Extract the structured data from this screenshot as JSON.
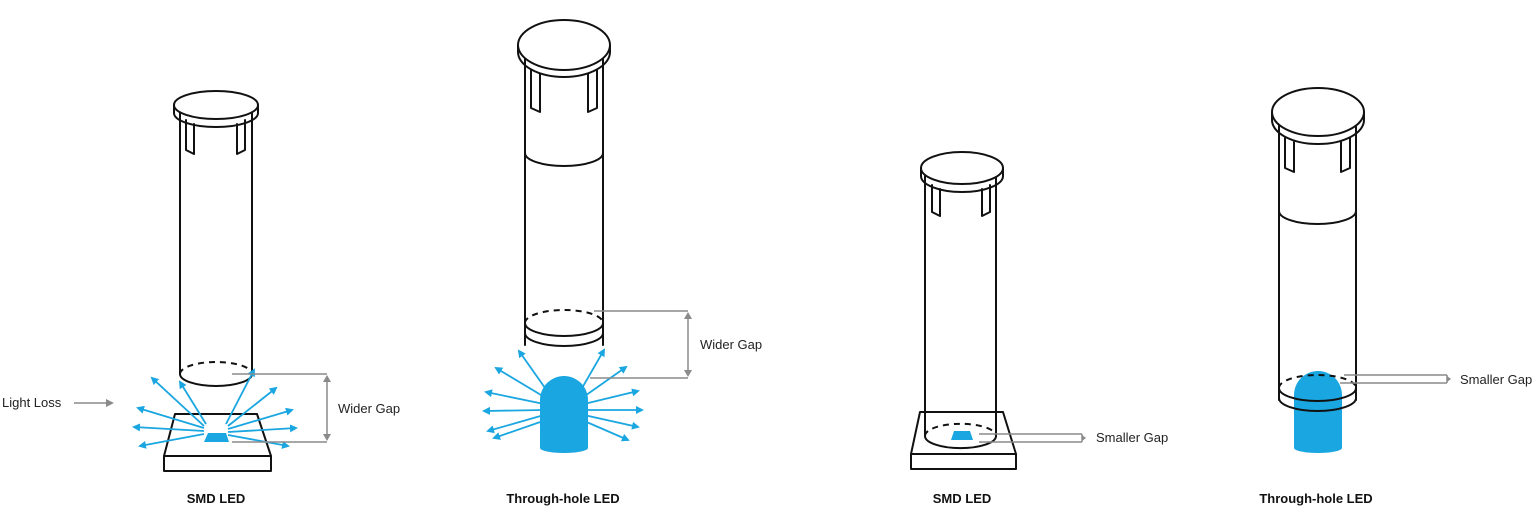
{
  "labels": {
    "light_loss": "Light Loss",
    "wider_gap_1": "Wider Gap",
    "wider_gap_2": "Wider Gap",
    "smaller_gap_1": "Smaller Gap",
    "smaller_gap_2": "Smaller Gap"
  },
  "captions": {
    "panel_1": "SMD LED",
    "panel_2": "Through-hole LED",
    "panel_3": "SMD LED",
    "panel_4": "Through-hole LED"
  },
  "colors": {
    "led": "#1aa6e0",
    "outline": "#111111",
    "dimension": "#8a8a8a"
  }
}
